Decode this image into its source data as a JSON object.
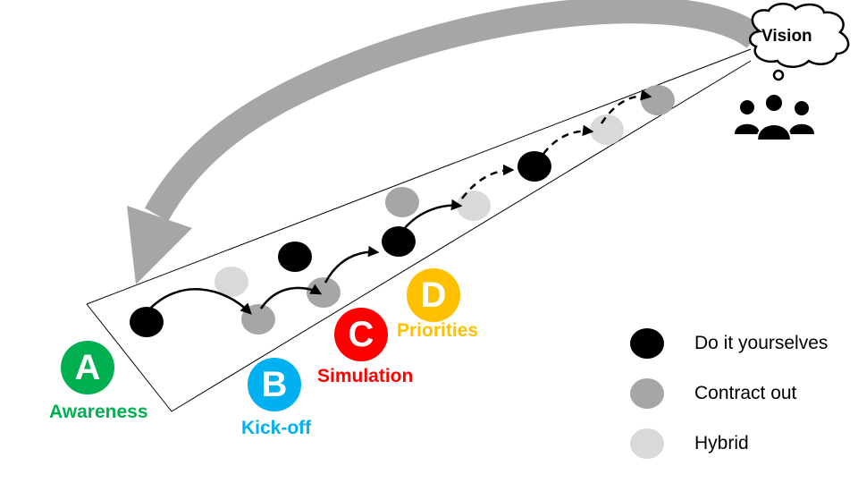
{
  "diagram": {
    "vision": {
      "label": "Vision",
      "icon": "thought-cloud-icon",
      "people_icon": "team-people-icon"
    },
    "colors": {
      "do_it_yourselves": "#000000",
      "contract_out": "#a6a6a6",
      "hybrid": "#d9d9d9",
      "feedback_arrow": "#a6a6a6"
    },
    "stages": [
      {
        "letter": "A",
        "label": "Awareness",
        "color": "#00b050"
      },
      {
        "letter": "B",
        "label": "Kick-off",
        "color": "#00b0f0"
      },
      {
        "letter": "C",
        "label": "Simulation",
        "color": "#ff0000"
      },
      {
        "letter": "D",
        "label": "Priorities",
        "color": "#ffc000"
      }
    ],
    "path_nodes": [
      {
        "type": "do_it_yourselves",
        "on_path": true
      },
      {
        "type": "hybrid",
        "on_path": false
      },
      {
        "type": "contract_out",
        "on_path": true
      },
      {
        "type": "do_it_yourselves",
        "on_path": false
      },
      {
        "type": "contract_out",
        "on_path": true
      },
      {
        "type": "contract_out",
        "on_path": false
      },
      {
        "type": "do_it_yourselves",
        "on_path": true
      },
      {
        "type": "hybrid",
        "on_path": true
      },
      {
        "type": "do_it_yourselves",
        "on_path": true
      },
      {
        "type": "hybrid",
        "on_path": true
      },
      {
        "type": "contract_out",
        "on_path": true
      }
    ],
    "legend": [
      {
        "key": "do_it_yourselves",
        "label": "Do it yourselves"
      },
      {
        "key": "contract_out",
        "label": "Contract out"
      },
      {
        "key": "hybrid",
        "label": "Hybrid"
      }
    ]
  }
}
